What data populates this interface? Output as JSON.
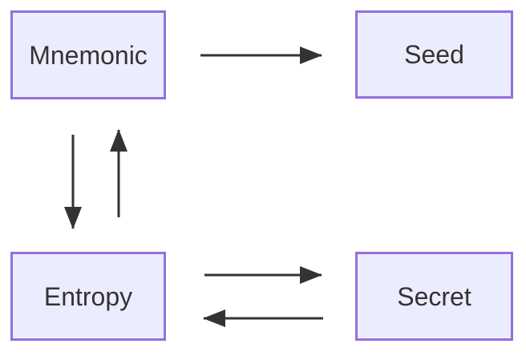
{
  "diagram": {
    "type": "flowchart",
    "nodes": [
      {
        "id": "mnemonic",
        "label": "Mnemonic"
      },
      {
        "id": "seed",
        "label": "Seed"
      },
      {
        "id": "entropy",
        "label": "Entropy"
      },
      {
        "id": "secret",
        "label": "Secret"
      }
    ],
    "edges": [
      {
        "from": "mnemonic",
        "to": "seed",
        "direction": "right"
      },
      {
        "from": "mnemonic",
        "to": "entropy",
        "direction": "down"
      },
      {
        "from": "entropy",
        "to": "mnemonic",
        "direction": "up"
      },
      {
        "from": "entropy",
        "to": "secret",
        "direction": "right"
      },
      {
        "from": "secret",
        "to": "entropy",
        "direction": "left"
      }
    ],
    "colors": {
      "background": "#ffffff",
      "node_fill": "#ECECFF",
      "node_border": "#9370DB",
      "arrow": "#333333",
      "text": "#333333"
    }
  }
}
